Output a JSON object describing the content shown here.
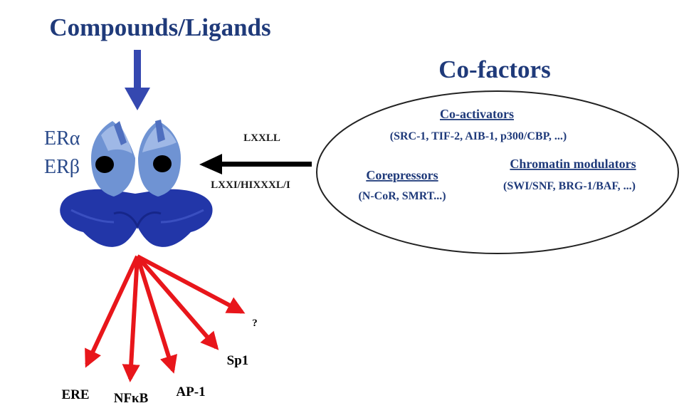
{
  "title": "Compounds/Ligands",
  "receptor": {
    "alpha": "ERα",
    "beta": "ERβ"
  },
  "motifs": {
    "coactivator_motif": "LXXLL",
    "corepressor_motif": "LXXI/HIXXXL/I"
  },
  "cofactors": {
    "title": "Co-factors",
    "coactivators": {
      "heading": "Co-activators",
      "members": "(SRC-1, TIF-2, AIB-1, p300/CBP, ...)"
    },
    "corepressors": {
      "heading": "Corepressors",
      "members": "(N-CoR, SMRT...)"
    },
    "chromatin": {
      "heading": "Chromatin modulators",
      "members": "(SWI/SNF, BRG-1/BAF, ...)"
    }
  },
  "targets": [
    "ERE",
    "NFκB",
    "AP-1",
    "Sp1",
    "?"
  ],
  "colors": {
    "title": "#1f3a7a",
    "ligand_arrow": "#3548b0",
    "receptor_light": "#6f93d3",
    "receptor_dark": "#2236a8",
    "target_arrows": "#e8161b",
    "cofactor_arrow": "#000000"
  }
}
